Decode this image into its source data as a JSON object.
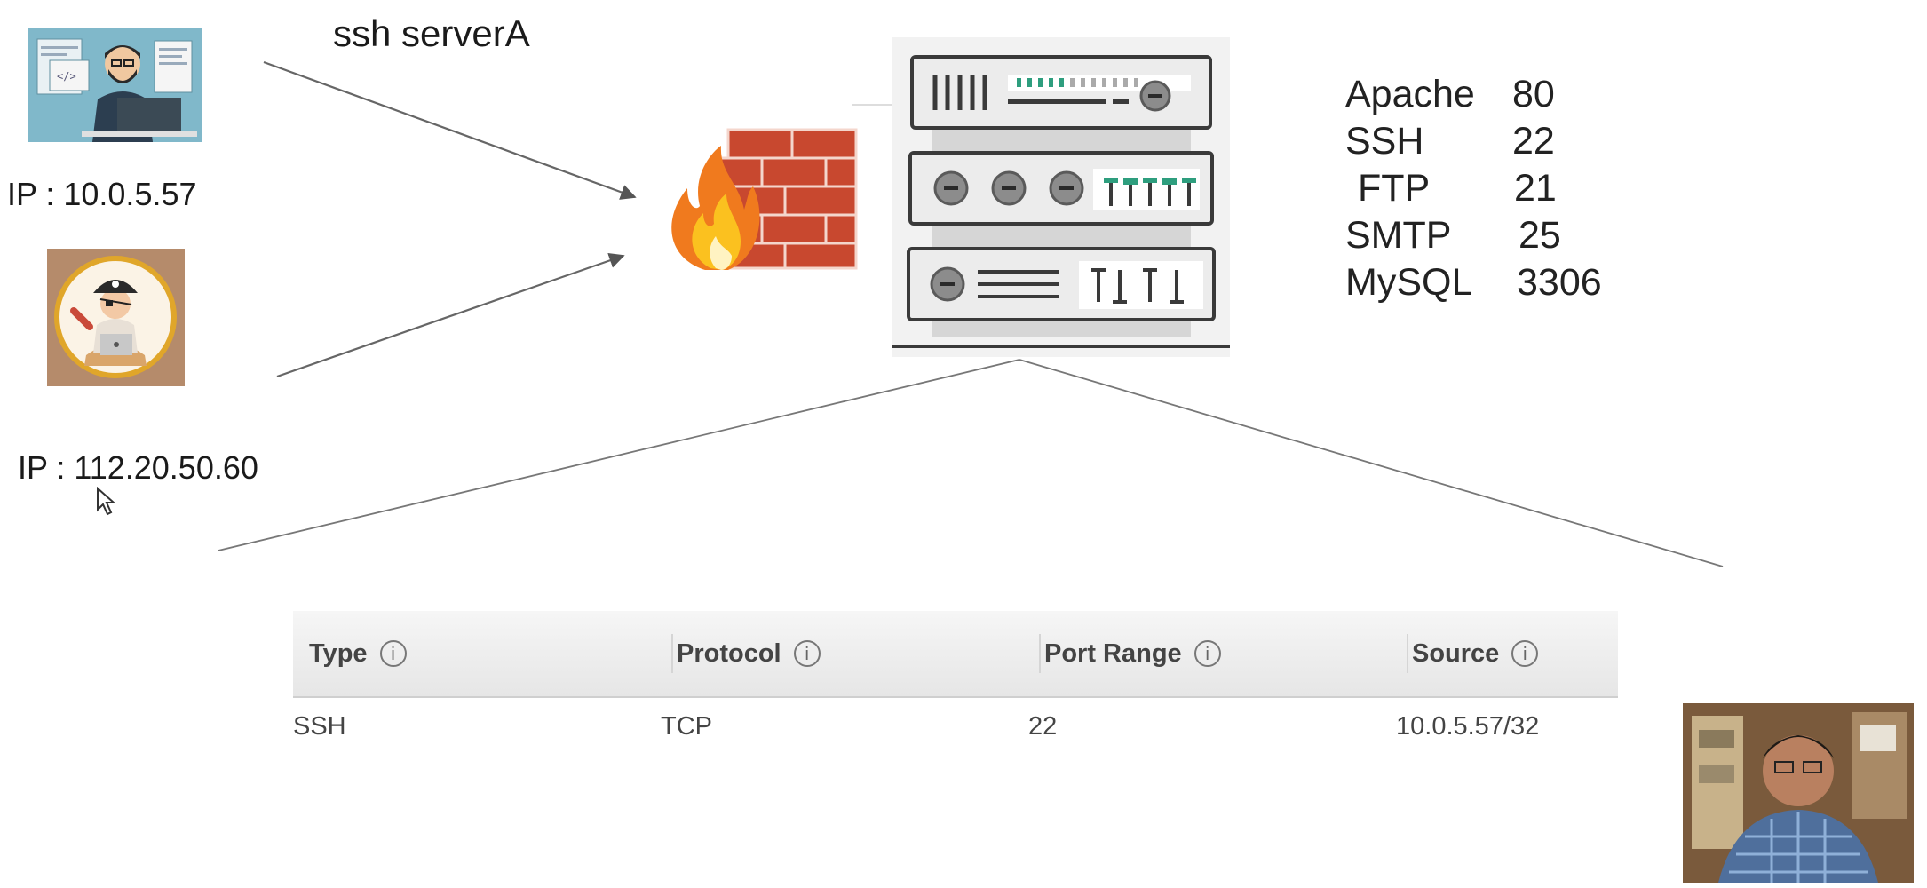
{
  "diagram": {
    "command": "ssh serverA",
    "client_ip": "IP : 10.0.5.57",
    "attacker_ip": "IP : 112.20.50.60",
    "services": [
      {
        "name": "Apache",
        "port": "80"
      },
      {
        "name": "SSH",
        "port": "22"
      },
      {
        "name": "FTP",
        "port": "21"
      },
      {
        "name": "SMTP",
        "port": "25"
      },
      {
        "name": "MySQL",
        "port": "3306"
      }
    ]
  },
  "rules_table": {
    "columns": [
      "Type",
      "Protocol",
      "Port Range",
      "Source"
    ],
    "rows": [
      [
        "SSH",
        "TCP",
        "22",
        "10.0.5.57/32"
      ]
    ]
  },
  "colors": {
    "brick": "#c2452d",
    "flame": "#f07b1f",
    "rack_dark": "#3a3a3a",
    "rack_green": "#2e9e7e",
    "arrow": "#555555"
  }
}
